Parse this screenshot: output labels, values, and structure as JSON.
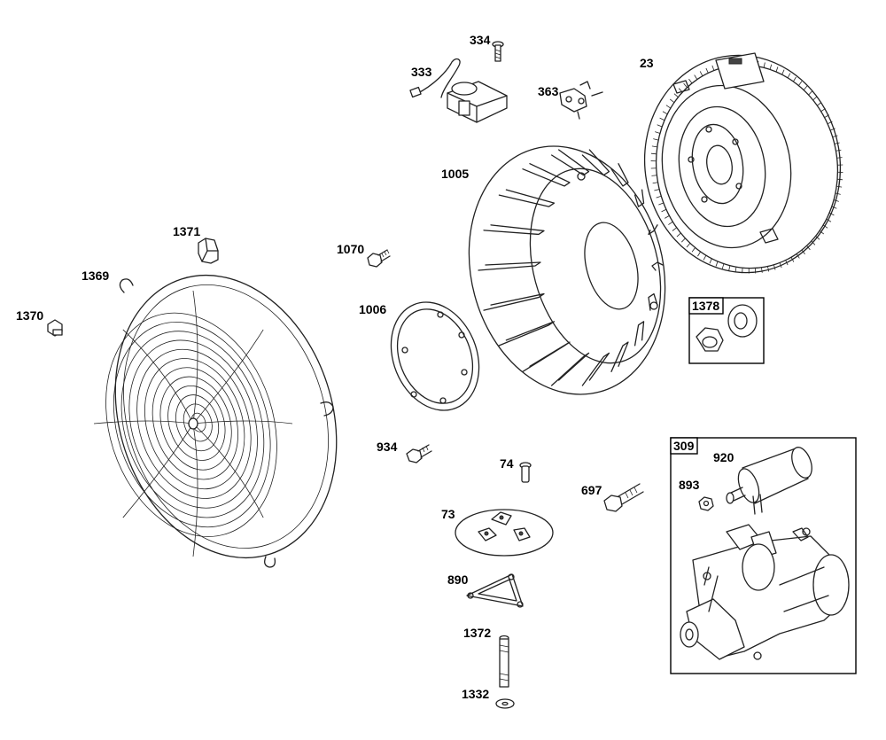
{
  "labels": {
    "p334": "334",
    "p333": "333",
    "p363": "363",
    "p23": "23",
    "p1005": "1005",
    "p1371": "1371",
    "p1369": "1369",
    "p1070": "1070",
    "p1006": "1006",
    "p1370": "1370",
    "p1378": "1378",
    "p934": "934",
    "p74": "74",
    "p697": "697",
    "p73": "73",
    "p890": "890",
    "p1372": "1372",
    "p1332": "1332",
    "p309": "309",
    "p920": "920",
    "p893": "893"
  },
  "colors": {
    "line": "#222222",
    "background": "#ffffff"
  }
}
